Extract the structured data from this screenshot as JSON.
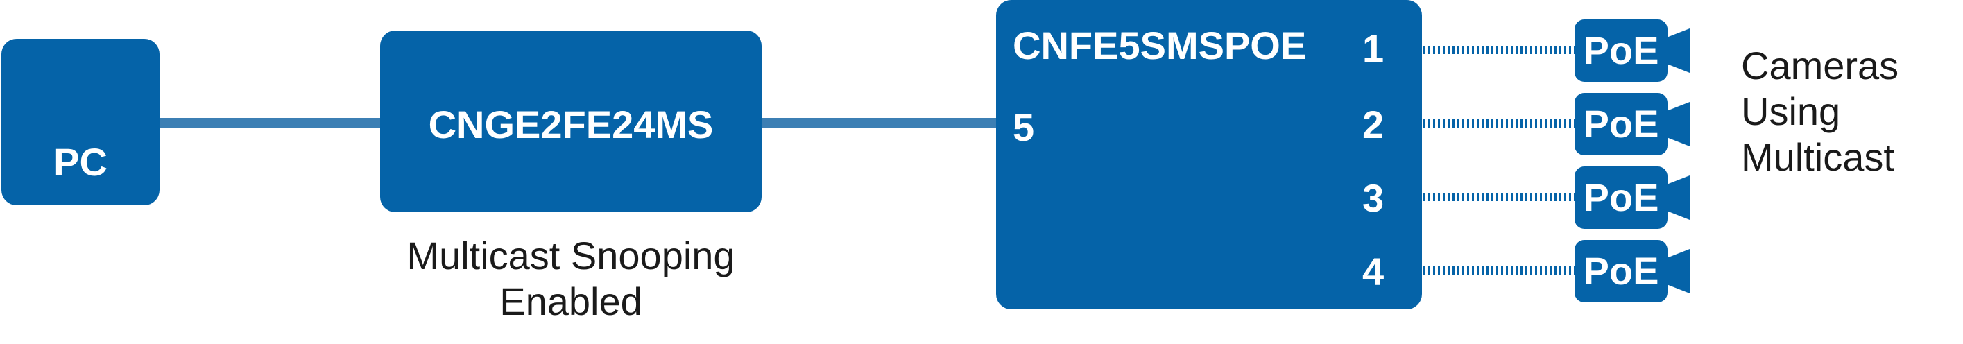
{
  "pc": {
    "label": "PC"
  },
  "core_switch": {
    "label": "CNGE2FE24MS",
    "caption_line1": "Multicast Snooping",
    "caption_line2": "Enabled"
  },
  "edge_switch": {
    "label": "CNFE5SMSPOE",
    "uplink_port": "5",
    "ports": [
      "1",
      "2",
      "3",
      "4"
    ]
  },
  "cameras": {
    "badge": "PoE",
    "caption_lines": [
      "Cameras",
      "Using",
      "Multicast"
    ]
  },
  "colors": {
    "switch_blue": "#0563a8",
    "link_blue": "#3c7fb4",
    "text_dark": "#1a1a1a"
  }
}
